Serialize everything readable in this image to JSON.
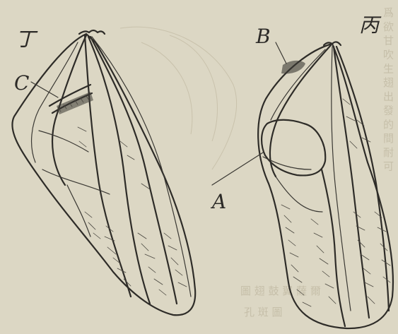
{
  "labels": {
    "wing_left": "丁",
    "wing_right": "丙",
    "a": "A",
    "b": "B",
    "c": "C"
  },
  "bleed_through_text": {
    "column_right": "爲 欲 甘 吹 生 翅 出 發 的 間 耐 可",
    "line_1": "圖 翅 鼓 翼 薩 爾",
    "line_2": "孔 斑 圖"
  },
  "colors": {
    "paper": "#dcd7c4",
    "ink": "#2e2c28",
    "bleed": "#c6bfa9"
  }
}
